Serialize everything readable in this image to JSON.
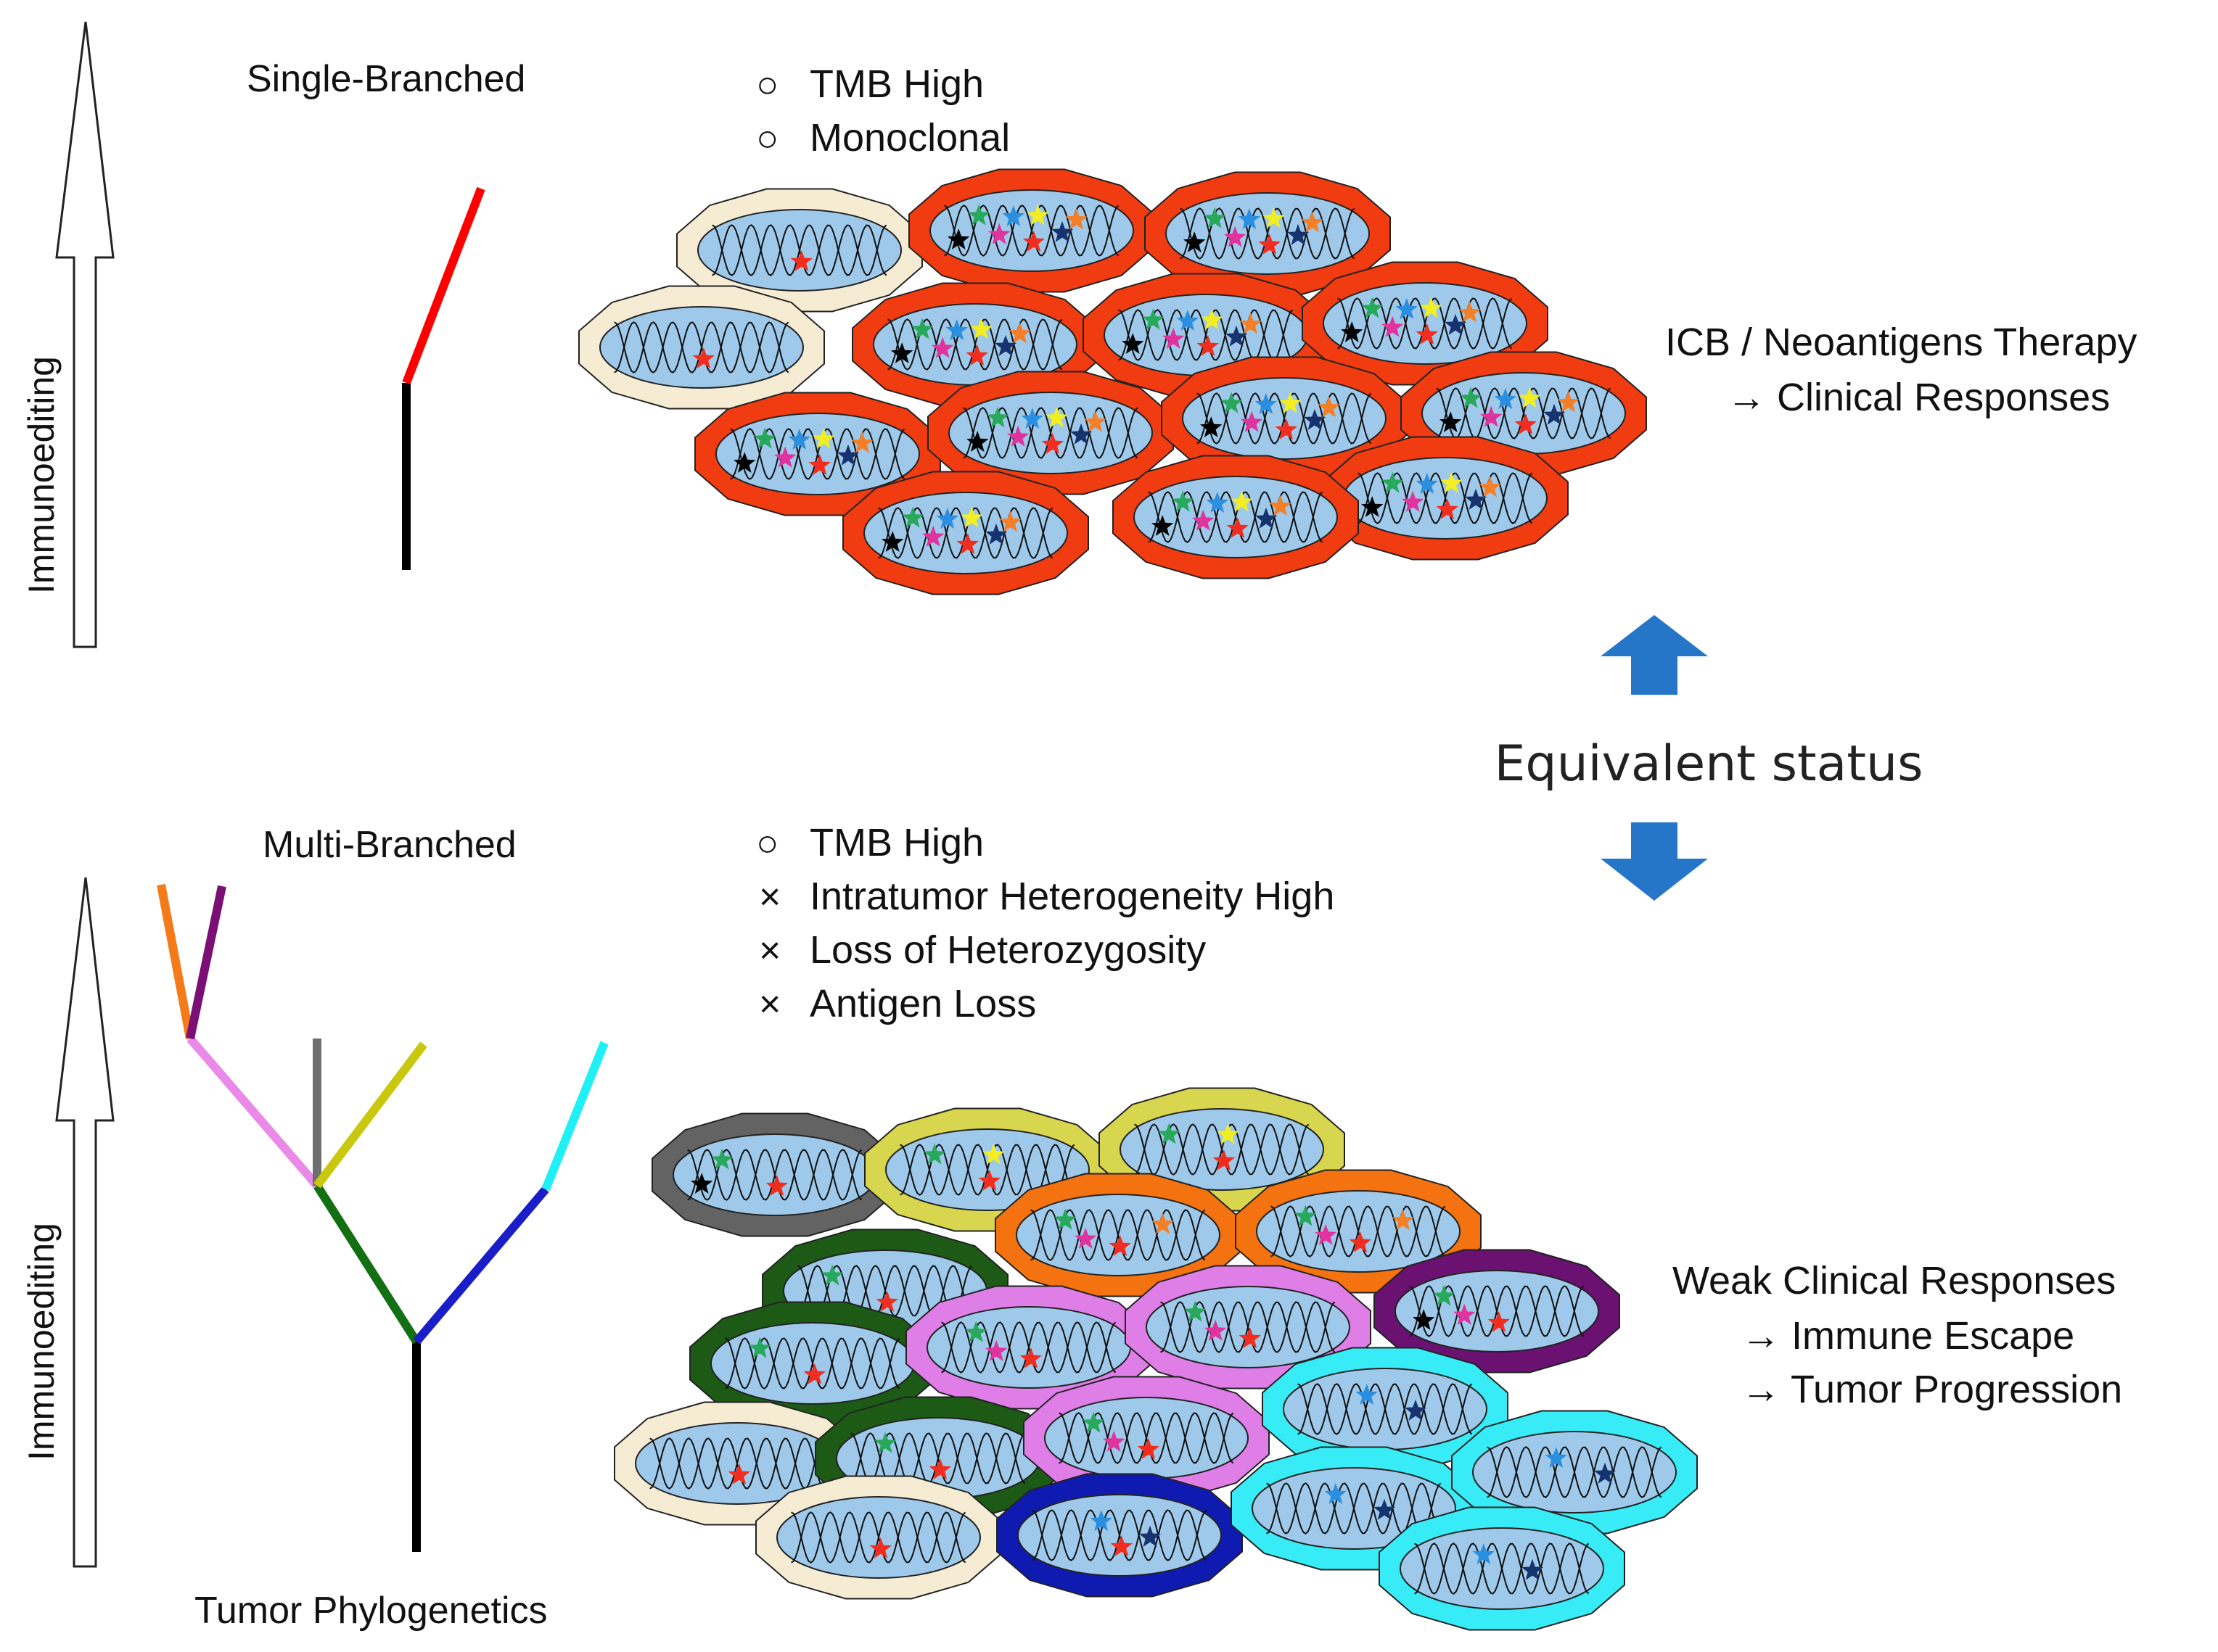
{
  "top": {
    "tree_label": "Single-Branched",
    "axis_label": "Immunoediting",
    "features": [
      {
        "marker": "○",
        "text": "TMB High"
      },
      {
        "marker": "○",
        "text": "Monoclonal"
      }
    ],
    "outcome": [
      "ICB / Neoantigens Therapy",
      "→ Clinical Responses"
    ]
  },
  "middle": {
    "label": "Equivalent status"
  },
  "bottom": {
    "tree_label": "Multi-Branched",
    "axis_label": "Immunoediting",
    "caption": "Tumor Phylogenetics",
    "features": [
      {
        "marker": "○",
        "text": "TMB High"
      },
      {
        "marker": "×",
        "text": "Intratumor Heterogeneity High"
      },
      {
        "marker": "×",
        "text": "Loss of Heterozygosity"
      },
      {
        "marker": "×",
        "text": "Antigen Loss"
      }
    ],
    "outcome": [
      "Weak Clinical Responses",
      "→ Immune Escape",
      "→ Tumor Progression"
    ]
  },
  "colors": {
    "nucleus_fill": "#9ec9ea",
    "arrow_blue": "#2576c9",
    "clone_red": "#f03c10",
    "clone_beige": "#f6ecd4",
    "clone_grey": "#636363",
    "clone_olive": "#d8d64e",
    "clone_orange": "#f4720f",
    "clone_darkgreen": "#1d5a16",
    "clone_violet": "#e07ee8",
    "clone_purple": "#6a1172",
    "clone_cyan": "#37ecf6",
    "clone_navy": "#0f1bb0",
    "branch_trunk": "#000000",
    "branch_red": "#ff0000",
    "branch_orange": "#f47a1a",
    "branch_purple": "#7b0f73",
    "branch_pink": "#e98ae8",
    "branch_grey": "#6f6f6f",
    "branch_yellowgreen": "#c9c80e",
    "branch_green": "#137012",
    "branch_blue": "#1a1ec8",
    "branch_cyan": "#1ff0f5",
    "star_black": "#000000",
    "star_green": "#27a85a",
    "star_magenta": "#e0339e",
    "star_red": "#f02d1e",
    "star_blue": "#2a8fe0",
    "star_yellow": "#f2ee22",
    "star_navy": "#16336f",
    "star_orange": "#f57f26"
  }
}
